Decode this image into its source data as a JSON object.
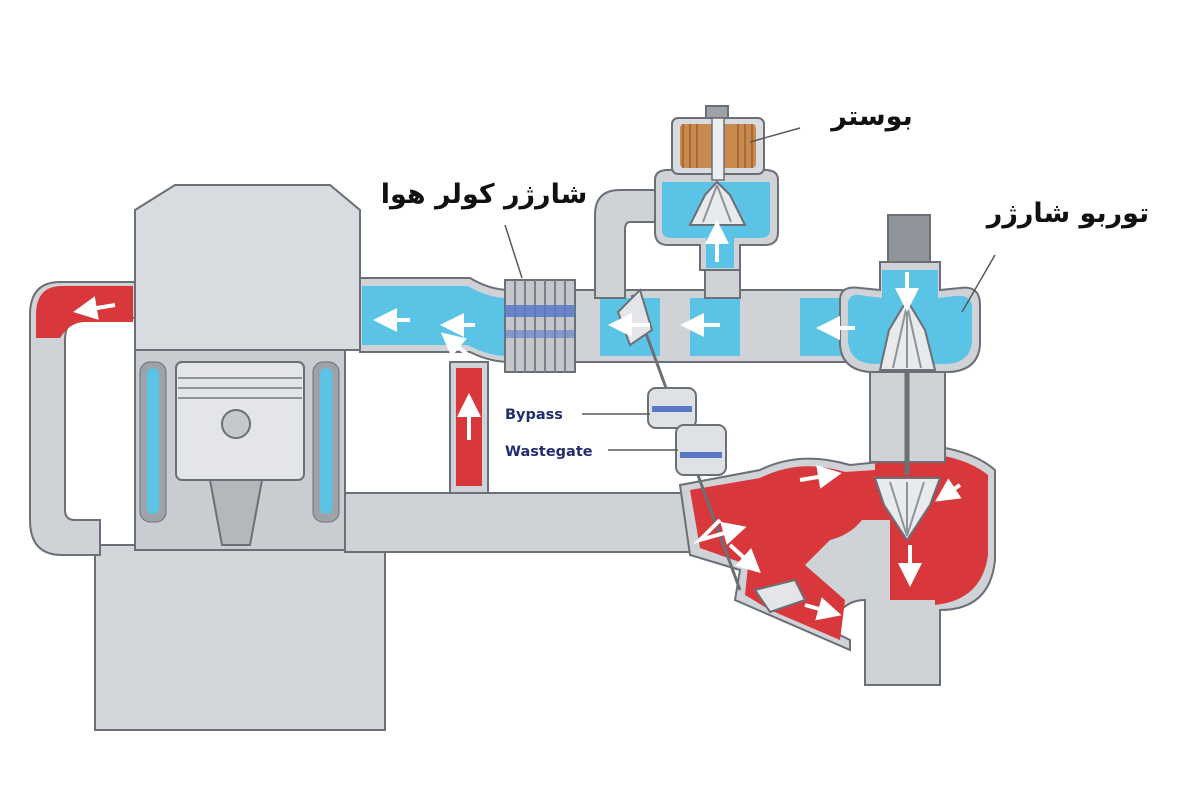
{
  "labels": {
    "booster": "بوستر",
    "charge_air_cooler": "شارژر کولر هوا",
    "turbocharger": "توربو شارژر",
    "bypass": "Bypass",
    "wastegate": "Wastegate"
  },
  "colors": {
    "metal": "#cfd2d6",
    "metal_dark": "#8f949a",
    "intake_air": "#5bc3e6",
    "exhaust": "#d8383c",
    "coil": "#c98a4e",
    "outline": "#555a60",
    "label_en": "#1f2e6e"
  }
}
